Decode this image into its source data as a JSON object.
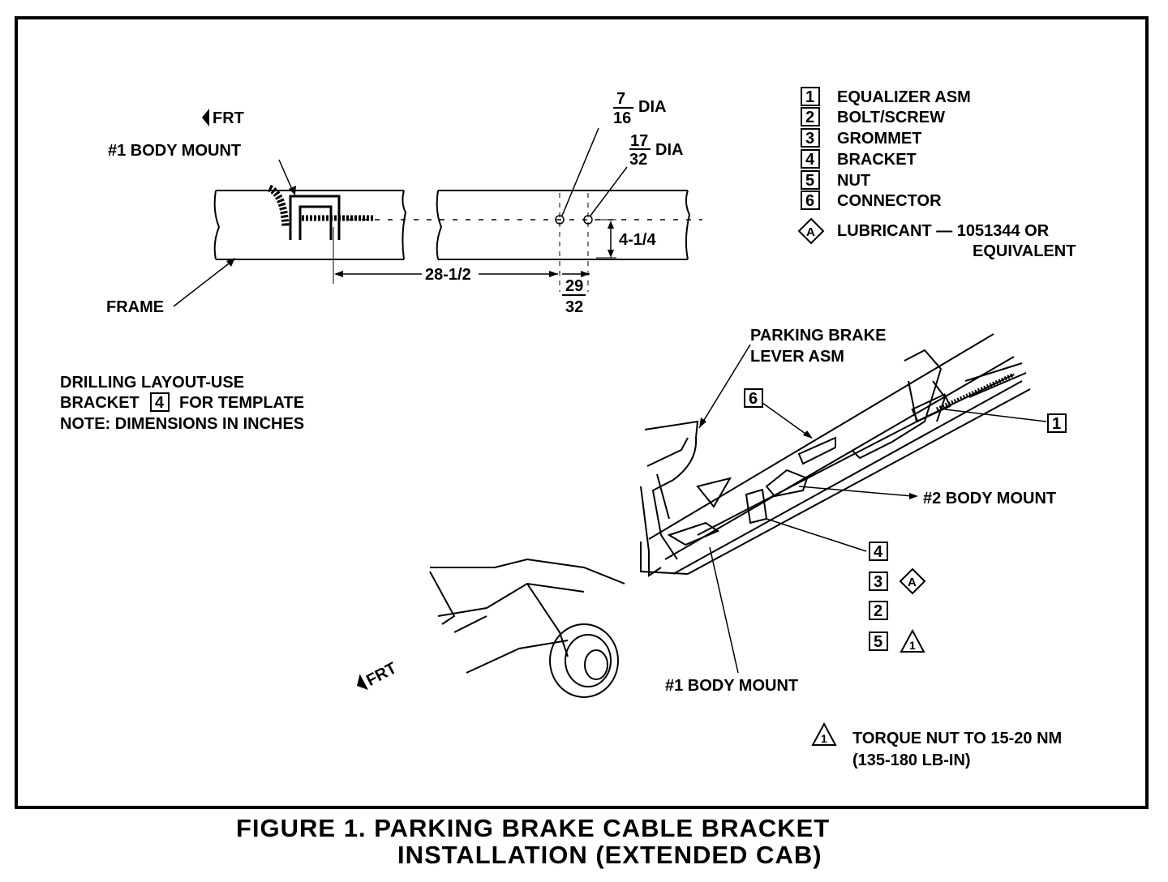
{
  "top_view": {
    "front_label": "FRT",
    "body_mount_label": "#1 BODY MOUNT",
    "frame_label": "FRAME",
    "hole1": {
      "num": "7",
      "den": "16",
      "unit": "DIA"
    },
    "hole2": {
      "num": "17",
      "den": "32",
      "unit": "DIA"
    },
    "dim_vertical": "4-1/4",
    "dim_horizontal": "28-1/2",
    "dim_offset": {
      "num": "29",
      "den": "32"
    }
  },
  "legend": {
    "items": [
      {
        "num": "1",
        "label": "EQUALIZER ASM"
      },
      {
        "num": "2",
        "label": "BOLT/SCREW"
      },
      {
        "num": "3",
        "label": "GROMMET"
      },
      {
        "num": "4",
        "label": "BRACKET"
      },
      {
        "num": "5",
        "label": "NUT"
      },
      {
        "num": "6",
        "label": "CONNECTOR"
      }
    ],
    "lubricant_symbol": "A",
    "lubricant_line1": "LUBRICANT — 1051344 OR",
    "lubricant_line2": "EQUIVALENT"
  },
  "notes": {
    "line1": "DRILLING LAYOUT-USE",
    "line2a": "BRACKET",
    "line2_ref": "4",
    "line2b": "FOR TEMPLATE",
    "line3": "NOTE: DIMENSIONS IN INCHES"
  },
  "iso_view": {
    "lever_label_1": "PARKING BRAKE",
    "lever_label_2": "LEVER ASM",
    "callout_6": "6",
    "callout_1": "1",
    "body_mount_2": "#2 BODY MOUNT",
    "callout_4": "4",
    "callout_3": "3",
    "callout_3_symbol": "A",
    "callout_2": "2",
    "callout_5": "5",
    "callout_5_symbol": "1",
    "body_mount_1": "#1 BODY MOUNT",
    "front_label": "FRT"
  },
  "torque": {
    "symbol": "1",
    "line1": "TORQUE NUT TO 15-20 NM",
    "line2": "(135-180 LB-IN)"
  },
  "caption": {
    "line1": "FIGURE 1. PARKING BRAKE CABLE BRACKET",
    "line2": "INSTALLATION (EXTENDED CAB)"
  }
}
